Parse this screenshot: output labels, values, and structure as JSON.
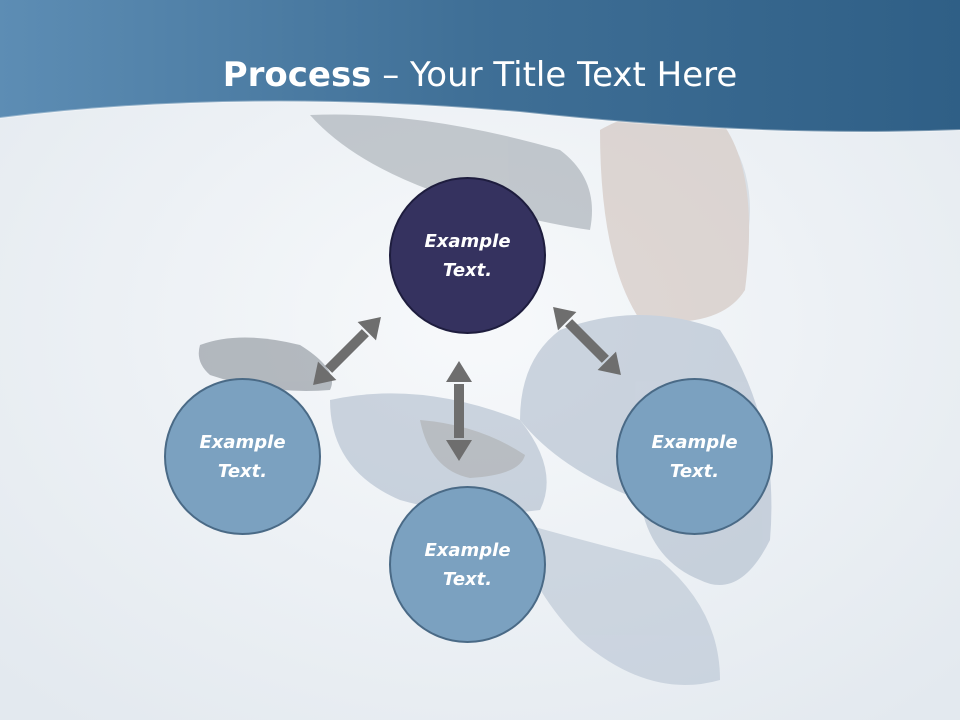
{
  "slide": {
    "title_bold": "Process",
    "title_rest": " – Your Title Text Here",
    "nodes": {
      "top": {
        "line1": "Example",
        "line2": "Text."
      },
      "left": {
        "line1": "Example",
        "line2": "Text."
      },
      "bottom": {
        "line1": "Example",
        "line2": "Text."
      },
      "right": {
        "line1": "Example",
        "line2": "Text."
      }
    },
    "colors": {
      "header": "#3d6d94",
      "node_dark": "#35325f",
      "node_light": "#7ba1c0",
      "arrow": "#6e6e6e"
    }
  }
}
